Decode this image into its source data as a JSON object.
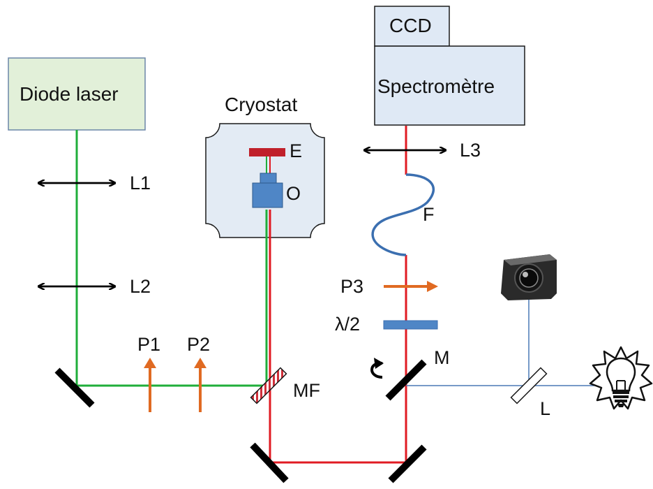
{
  "title": "",
  "blocks": {
    "diode_laser": "Diode laser",
    "ccd": "CCD",
    "spectrometer": "Spectromètre",
    "cryostat": "Cryostat"
  },
  "labels": {
    "L1": "L1",
    "L2": "L2",
    "L3": "L3",
    "E": "E",
    "O": "O",
    "F": "F",
    "P1": "P1",
    "P2": "P2",
    "P3": "P3",
    "half_wave": "λ/2",
    "MF": "MF",
    "M": "M",
    "L": "L"
  },
  "colors": {
    "laser_green": "#1fae3a",
    "laser_red": "#e01b23",
    "fiber_blue": "#3b6fb0",
    "white_light": "#4a78b5",
    "polarizer_orange": "#e06a22",
    "diode_fill": "#e2f0d9",
    "box_fill": "#dfe9f5",
    "cryostat_fill": "#e3ebf4",
    "sample_red": "#c0202a",
    "objective_blue": "#4f86c6"
  },
  "icons": [
    "camera-icon",
    "light-bulb-icon",
    "curved-arrow-icon"
  ]
}
